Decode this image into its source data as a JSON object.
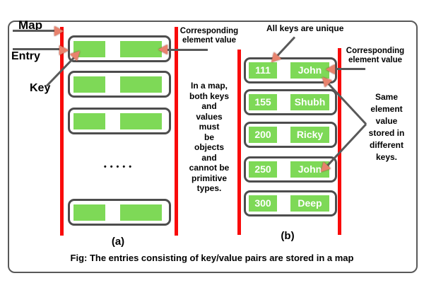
{
  "figure": {
    "caption": "Fig: The entries consisting of key/value pairs are stored in a map",
    "diagram_a": {
      "label": "(a)",
      "map_label": "Map",
      "entry_label": "Entry",
      "key_label": "Key",
      "corresponding_note": "Corresponding\nelement value",
      "center_note": "In a map,\nboth keys\nand\nvalues\nmust\nbe\nobjects\nand\ncannot be\nprimitive\ntypes.",
      "ellipsis": "•••••",
      "blank_entry_count": 4
    },
    "diagram_b": {
      "label": "(b)",
      "unique_note": "All keys are unique",
      "corresponding_note": "Corresponding\nelement value",
      "same_value_note": "Same\nelement\nvalue\nstored in\ndifferent\nkeys.",
      "entries": [
        {
          "key": "111",
          "value": "John"
        },
        {
          "key": "155",
          "value": "Shubh"
        },
        {
          "key": "200",
          "value": "Ricky"
        },
        {
          "key": "250",
          "value": "John"
        },
        {
          "key": "300",
          "value": "Deep"
        }
      ]
    },
    "colors": {
      "green": "#7ED957",
      "red": "#F90A0A",
      "box_border": "#4D4D4D",
      "arrow_line": "#595959",
      "arrowhead": "#E8826D",
      "frame_border": "#595959"
    }
  }
}
